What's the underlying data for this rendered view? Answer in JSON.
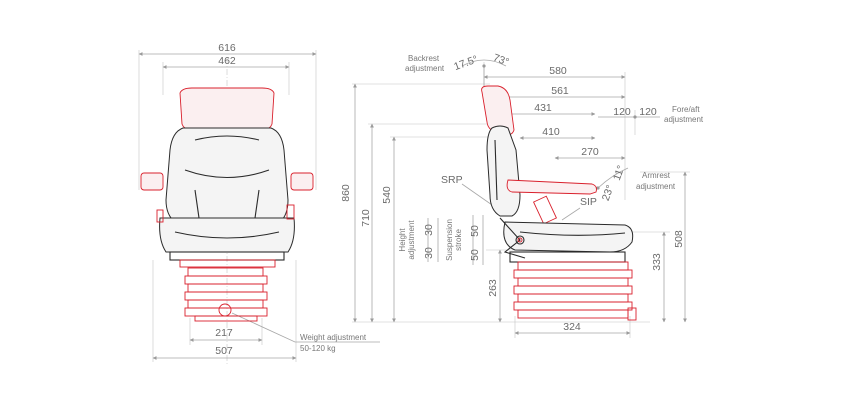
{
  "front_view": {
    "width_overall": "616",
    "width_backrest": "462",
    "width_base": "507",
    "width_suspension": "217",
    "weight_adjustment_label": "Weight adjustment",
    "weight_range": "50-120 kg"
  },
  "side_view": {
    "backrest_adjustment_label_1": "Backrest",
    "backrest_adjustment_label_2": "adjustment",
    "backrest_angle_back": "17.5°",
    "backrest_angle_front": "73°",
    "depth_580": "580",
    "depth_561": "561",
    "depth_431": "431",
    "depth_410": "410",
    "depth_270": "270",
    "fore_aft_back": "120",
    "fore_aft_front": "120",
    "fore_aft_label_1": "Fore/aft",
    "fore_aft_label_2": "adjustment",
    "armrest_angle_up": "11°",
    "armrest_angle_down": "23°",
    "armrest_label_1": "Armrest",
    "armrest_label_2": "adjustment",
    "srp_label": "SRP",
    "sip_label": "SIP",
    "height_860": "860",
    "height_710": "710",
    "height_540": "540",
    "height_adjustment_label_1": "Height",
    "height_adjustment_label_2": "adjustment",
    "height_adj_value_1": "30",
    "height_adj_value_2": "30",
    "suspension_stroke_label_1": "Suspension",
    "suspension_stroke_label_2": "stroke",
    "suspension_value_1": "50",
    "suspension_value_2": "50",
    "height_263": "263",
    "height_333": "333",
    "height_508": "508",
    "base_324": "324"
  }
}
